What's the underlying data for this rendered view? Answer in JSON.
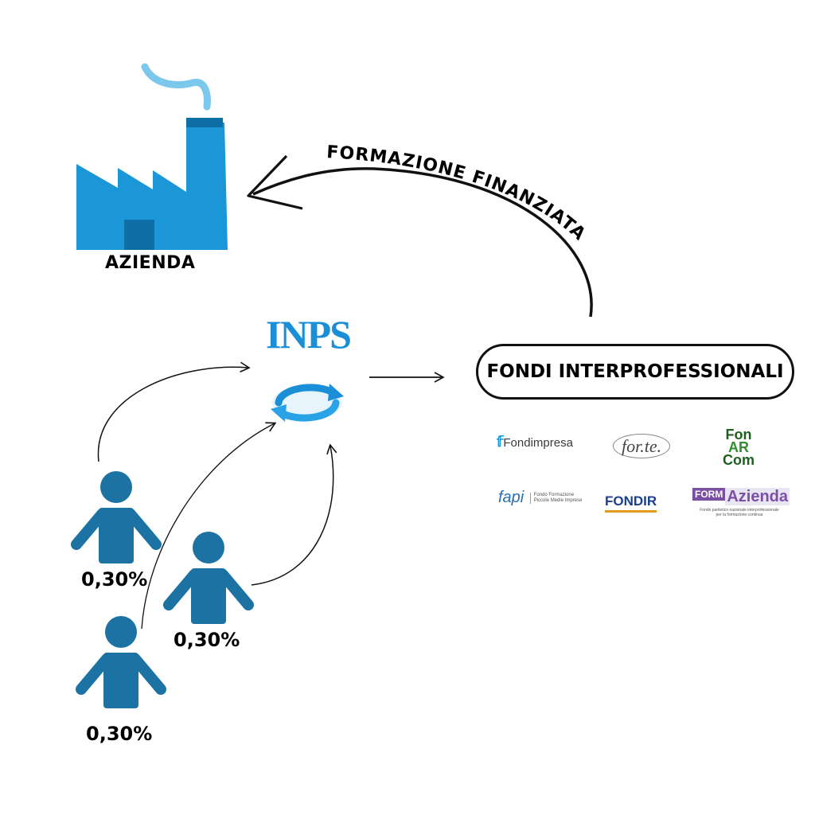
{
  "azienda": {
    "label": "AZIENDA"
  },
  "arrow_label": "FORMAZIONE FINANZIATA",
  "inps": {
    "label": "INPS"
  },
  "fondi": {
    "label": "FONDI INTERPROFESSIONALI"
  },
  "workers": [
    {
      "percent": "0,30%"
    },
    {
      "percent": "0,30%"
    },
    {
      "percent": "0,30%"
    }
  ],
  "logos": {
    "fondimpresa": "Fondimpresa",
    "forte": "for.te.",
    "fonarcom": [
      "Fon",
      "AR",
      "Com"
    ],
    "fapi": {
      "name": "fapi",
      "sub1": "Fondo Formazione",
      "sub2": "Piccole Medie Imprese"
    },
    "fondir": "FONDIR",
    "formazienda": {
      "form": "FORM",
      "azienda": "Azienda",
      "sub1": "Fondo paritetico nazionale interprofessionale",
      "sub2": "per la formazione continua"
    }
  },
  "colors": {
    "factory": "#1b96d6",
    "factory_dark": "#0d6fa6",
    "smoke": "#7cc7ec",
    "person": "#1c72a3",
    "inps_blue": "#1a8fd8"
  }
}
